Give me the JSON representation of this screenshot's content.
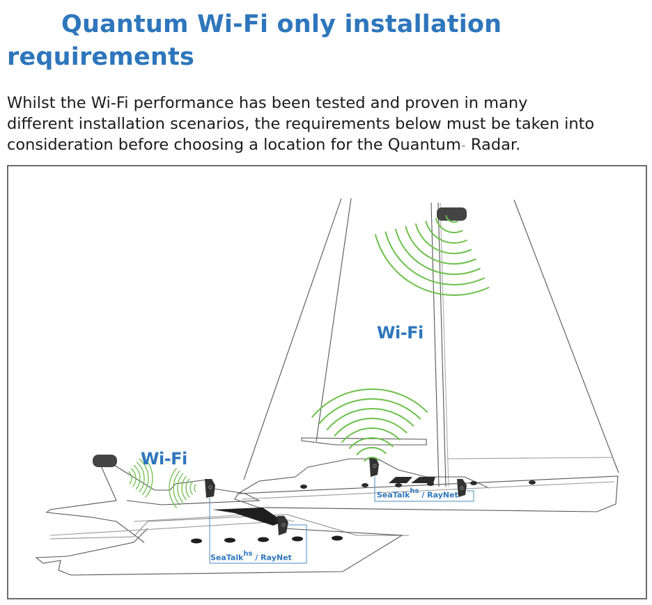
{
  "heading": {
    "line1": "Quantum Wi-Fi only installation",
    "line2": "requirements"
  },
  "intro": {
    "line1": "Whilst the Wi-Fi performance has been tested and proven in many",
    "line2": "different installation scenarios, the requirements below must be taken into",
    "line3_a": "consideration before choosing a location for the Quantum",
    "line3_tm": "™",
    "line3_b": " Radar."
  },
  "figure": {
    "sailboat": {
      "wifi_label": "Wi-Fi",
      "network_label": {
        "base": "SeaTalk",
        "sup": "hs",
        "rest": " / RayNet"
      }
    },
    "motorboat": {
      "wifi_label": "Wi-Fi",
      "network_label": {
        "base": "SeaTalk",
        "sup": "hs",
        "rest": " / RayNet"
      }
    },
    "colors": {
      "accent_blue": "#2e76bc",
      "wifi_green": "#6cbf4a",
      "device_dark": "#3a3a3a",
      "outline_gray": "#555555"
    },
    "icons": [
      "radar-dome-icon",
      "display-unit-icon",
      "wifi-wave-icon"
    ]
  }
}
